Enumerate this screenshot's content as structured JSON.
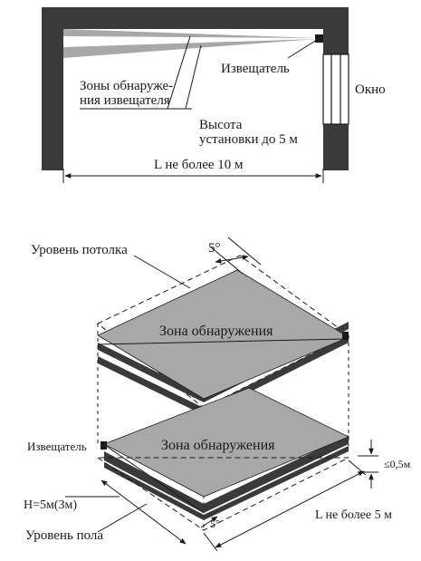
{
  "plan_view": {
    "label_zones": "Зоны обнаруже-",
    "label_zones_2": "ния извещателя",
    "label_detector": "Извещатель",
    "label_window": "Окно",
    "label_height": "Высота",
    "label_height_2": "установки до 5 м",
    "label_length": "L не более 10 м"
  },
  "iso_view": {
    "label_ceiling": "Уровень потолка",
    "label_angle_top": "5°",
    "label_zone_upper": "Зона обнаружения",
    "label_zone_lower": "Зона обнаружения",
    "label_detector": "Извещатель",
    "label_gap": "≤0,5м",
    "label_height": "H=5м(3м)",
    "label_floor": "Уровень пола",
    "label_angle_bottom": "5°",
    "label_length": "L не более 5 м"
  },
  "colors": {
    "wall": "#3a3a3a",
    "zone_fill": "#a8a8a8",
    "line": "#1a1a1a"
  }
}
